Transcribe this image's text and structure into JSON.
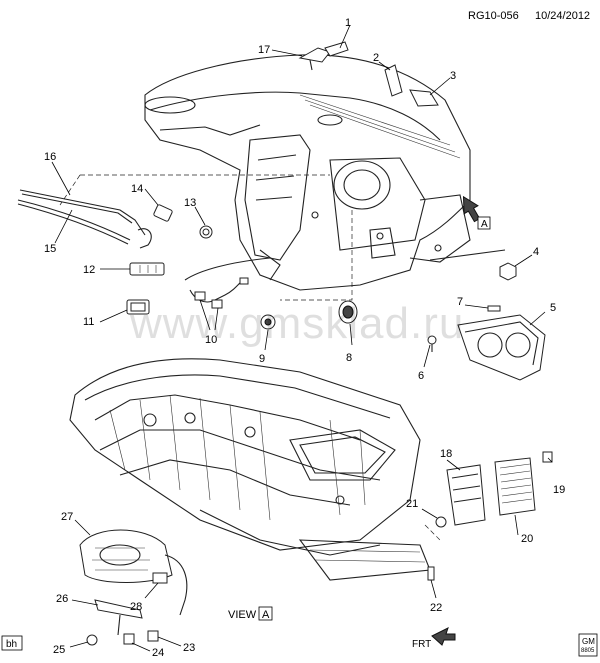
{
  "header": {
    "ref_code": "RG10-056",
    "date": "10/24/2012"
  },
  "watermark": "www.gmsklad.ru",
  "view_label": {
    "prefix": "VIEW",
    "letter": "A"
  },
  "view_marker_letter": "A",
  "front_arrow_label": "FRT",
  "corner_tag_left": "bh",
  "corner_tag_right": {
    "line1": "GM",
    "line2": "8805"
  },
  "callouts": [
    "1",
    "2",
    "3",
    "4",
    "5",
    "6",
    "7",
    "8",
    "9",
    "10",
    "11",
    "12",
    "13",
    "14",
    "15",
    "16",
    "17",
    "18",
    "19",
    "20",
    "21",
    "22",
    "23",
    "24",
    "25",
    "26",
    "27",
    "28"
  ]
}
